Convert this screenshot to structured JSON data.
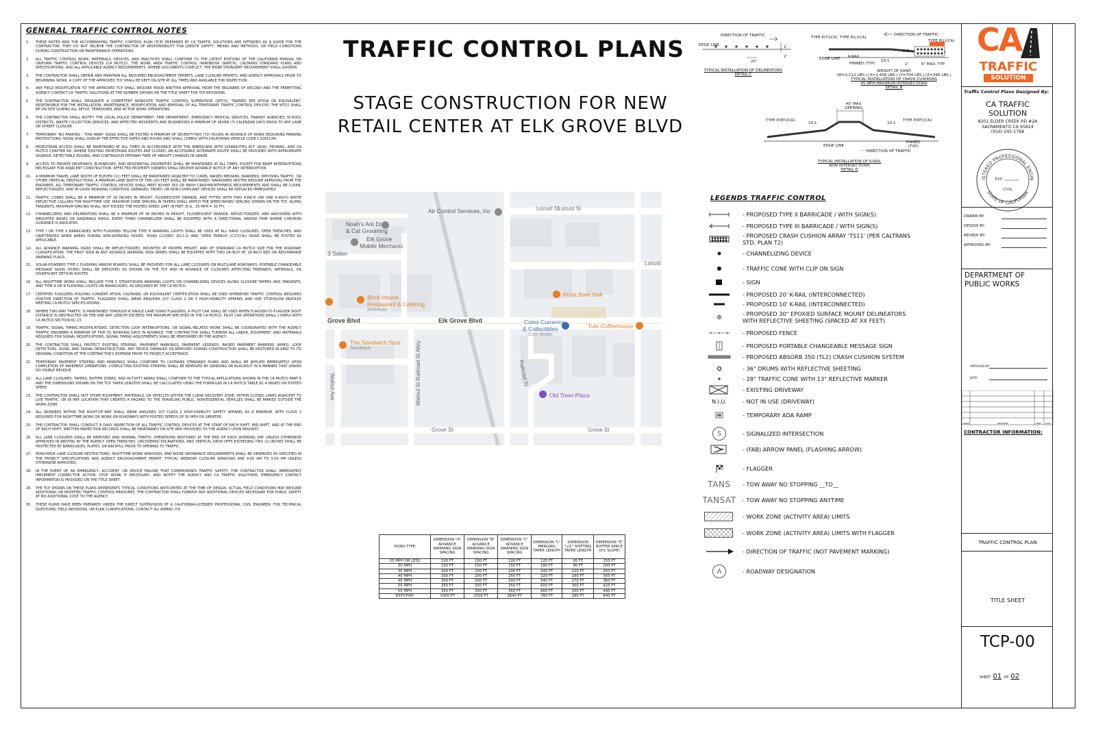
{
  "notes": {
    "title": "GENERAL TRAFFIC CONTROL NOTES",
    "items": [
      {
        "num": "1.",
        "text": "These notes and the accompanying traffic control plan (TCP) prepared by CA Traffic Solutions are intended as a guide for the contractor. They do not relieve the contractor of responsibility for jobsite safety, means and methods, or field conditions during construction or maintenance operations."
      },
      {
        "num": "2.",
        "text": "All traffic control work, materials, devices, and practices shall conform to the latest editions of the California Manual on Uniform Traffic Control Devices (CA MUTCD), the Work Area Traffic Control Handbook (WATCH), Caltrans Standard Plans and Specifications, and all applicable agency requirements. Where documents conflict, the more stringent requirement shall govern."
      },
      {
        "num": "3.",
        "text": "The contractor shall obtain and maintain all required encroachment permits, lane closure permits, and agency approvals prior to beginning work. A copy of the approved TCP shall be kept on-site at all times and available for inspection."
      },
      {
        "num": "4.",
        "text": "Any field modification to the approved TCP shall require prior written approval from the engineer of record and the permitting agency. Contact CA Traffic Solutions at the number shown on the title sheet for TCP revisions."
      },
      {
        "num": "5.",
        "text": "The contractor shall designate a competent worksite traffic control supervisor (WTCS), trained per ATSSA or equivalent, responsible for the installation, maintenance, modification, and removal of all temporary traffic control devices. The WTCS shall be on-site during all setup, teardown, and active work operations."
      },
      {
        "num": "6.",
        "text": "The contractor shall notify the local police department, fire department, emergency medical services, transit agencies, school districts, waste collection services, and affected residents and businesses a minimum of seven (7) calendar days prior to any lane or street closure."
      },
      {
        "num": "7.",
        "text": "Temporary 'No Parking - Tow Away' signs shall be posted a minimum of seventy-two (72) hours in advance of work requiring parking restrictions. Signs shall display the effective dates and hours and shall comply with California Vehicle Code § 22651(m)."
      },
      {
        "num": "8.",
        "text": "Pedestrian access shall be maintained at all times in accordance with the Americans with Disabilities Act (ADA), PROWAG, and CA MUTCD Chapter 6D. Where existing pedestrian routes are closed, an accessible alternate route shall be provided with appropriate signage, detectable edging, and continuous pathway free of abrupt changes in grade."
      },
      {
        "num": "9.",
        "text": "Access to private driveways, businesses, and residential properties shall be maintained at all times, except for brief interruptions necessary for adjacent construction. Affected property owners shall receive advance notice of any interruption."
      },
      {
        "num": "10.",
        "text": "A minimum travel lane width of eleven (11) feet shall be maintained adjacent to curbs, raised medians, barriers, opposing traffic, or other vertical obstructions. A minimum lane width of ten (10) feet shall be maintained. Narrower widths require approval from the engineer. All temporary traffic control devices shall meet NCHRP 350 or MASH crashworthiness requirements and shall be clean, reflectorized, and in good working condition. Damaged, faded, or non-compliant devices shall be replaced immediately."
      },
      {
        "num": "11.",
        "text": "Traffic cones shall be a minimum of 28 inches in height, fluorescent orange, and fitted with two 4-inch (or one 6-inch) white reflective collars for nighttime use. Maximum cone spacing in tapers shall match the speed-based spacing shown on the TCP, along tangents, maximum spacing shall not exceed the posted speed limit in feet (e.g., 35 MPH = 35 FT)."
      },
      {
        "num": "12.",
        "text": "Channelizers and delineators shall be a minimum of 36 inches in height, fluorescent orange, reflectorized, and anchored with weighted bases or sandbags rings. Every third channelizer shall be equipped with a directional arrow trim where chevron guidance is indicated."
      },
      {
        "num": "13.",
        "text": "Type I or Type II barricades with flashing yellow Type B warning lights shall be used at all hard closures, open trenches, and unattended work areas during non-working hours. 'Road Closed' (R11-2) and 'Open Trench' (C27(CA)) signs shall be posted as applicable."
      },
      {
        "num": "14.",
        "text": "All advance warning signs shall be reflectorized, mounted at proper height, and of standard CA MUTCD size for the roadway classification. The first sign in any advance warning sign series shall be equipped with two 18-inch by 18-inch red or red/orange warning flags."
      },
      {
        "num": "15.",
        "text": "Solar-powered Type C flashing arrow boards shall be provided for all lane closures on multilane roadways. Portable changeable message signs (PCMS) shall be deployed as shown on the TCP and in advance of closures affecting freeways, arterials, or significant detour routes."
      },
      {
        "num": "16.",
        "text": "All nighttime work shall include Type C steady-burn warning lights on channelizing devices along closure tapers and tangents, and Type A or B flashing lights on barricades, as required by the CA MUTCD."
      },
      {
        "num": "17.",
        "text": "Certified flaggers holding current ATSSA, Caltrans, or equivalent certification shall be used wherever traffic control requires positive direction of traffic. Flaggers shall wear ANSI/ISEA 107 Class 2 or 3 high-visibility apparel and use STOP/SLOW paddles meeting CA MUTCD specifications."
      },
      {
        "num": "18.",
        "text": "Where two-way traffic is maintained through a single lane using flaggers, a pilot car shall be used when flagger-to-flagger sight distance is obstructed or the one-way length exceeds the maximum specified in the CA MUTCD. Pilot car operations shall comply with CA MUTCD Section 6C.13."
      },
      {
        "num": "19.",
        "text": "Traffic signal timing modifications, detection loop interruptions, or signal-related work shall be coordinated with the agency traffic engineer a minimum of five (5) working days in advance. The contractor shall furnish all labor, equipment, and materials required for signal modifications. Signal timing adjustments shall be performed by the agency."
      },
      {
        "num": "20.",
        "text": "The contractor shall protect existing striping, pavement markings, pavement legends, raised pavement markers (RPMs), loop detectors, signs, and signal infrastructure. Any device damaged or removed during construction shall be restored in kind to its original condition at the contractor's expense prior to project acceptance."
      },
      {
        "num": "21.",
        "text": "Temporary pavement striping and markings shall conform to Caltrans Standard Plans and shall be applied immediately upon completion of pavement operations. Conflicting existing striping shall be removed by grinding or blackout in a manner that leaves no visible residue."
      },
      {
        "num": "22.",
        "text": "All lane closures, tapers, buffer zones, and activity areas shall conform to the typical applications shown in the CA MUTCD Part 6 and the dimensions shown on the TCP. Taper lengths shall be calculated using the formulas in CA MUTCD Table 6C-4 based on posted speed."
      },
      {
        "num": "23.",
        "text": "The contractor shall not store equipment, materials, or vehicles within the clear recovery zone, within closed lanes adjacent to live traffic, or in any location that creates a hazard to the traveling public. Non-essential vehicles shall be parked outside the work zone."
      },
      {
        "num": "24.",
        "text": "All workers within the right-of-way shall wear ANSI/ISEA 107 Class 2 high-visibility safety apparel as a minimum, with Class 3 required for nighttime work or work on roadways with posted speeds of 50 MPH or greater."
      },
      {
        "num": "25.",
        "text": "The contractor shall conduct a daily inspection of all traffic control devices at the start of each shift, mid-shift, and at the end of each shift. Written inspection records shall be maintained on-site and provided to the agency upon request."
      },
      {
        "num": "26.",
        "text": "All lane closures shall be removed and normal traffic operations restored at the end of each working day unless otherwise approved in writing by the agency. Open trenches, uncovered excavations, and vertical drop-offs exceeding two (2) inches shall be protected by barricades, plates, or backfill prior to opening to traffic."
      },
      {
        "num": "27.",
        "text": "Peak-hour lane closure restrictions, nighttime work windows, and noise ordinance requirements shall be observed as specified in the project specifications and agency encroachment permit. Typical weekday closure windows are 9:00 AM to 3:00 PM unless otherwise approved."
      },
      {
        "num": "28.",
        "text": "In the event of an emergency, accident, or device failure that compromises traffic safety, the contractor shall immediately implement corrective action, stop work if necessary, and notify the agency and CA Traffic Solutions. Emergency contact information is provided on the title sheet."
      },
      {
        "num": "29.",
        "text": "The TCP shown on these plans represents typical conditions anticipated at the time of design. Actual field conditions may require additional or modified traffic control measures. The contractor shall furnish any additional devices necessary for public safety at no additional cost to the agency."
      },
      {
        "num": "30.",
        "text": "These plans have been prepared under the direct supervision of a California-licensed professional civil engineer. For technical questions, field revisions, or plan clarifications, contact: Ali Ahmad, P.E."
      }
    ]
  },
  "titles": {
    "main": "TRAFFIC CONTROL PLANS",
    "sub_line1": "STAGE CONSTRUCTION FOR NEW",
    "sub_line2": "RETAIL CENTER AT ELK GROVE BLVD"
  },
  "map": {
    "streets": {
      "locust1": "Locust St",
      "locust2": "Locust St",
      "locust3": "Locust",
      "elk_grove_w": "Grove Blvd",
      "elk_grove": "Elk Grove Blvd",
      "walnut_ave": "Walnut Ave",
      "walnut_alley": "Walnut St Railroad St Alley",
      "railroad": "Railroad St",
      "grove1": "Grove St",
      "grove2": "Grove St"
    },
    "places": {
      "air_control": "Air Control Services, Inc",
      "noahs_line1": "Noah's Ark Dog",
      "noahs_line2": "& Cat Grooming",
      "elk_mech_line1": "Elk Grove",
      "elk_mech_line2": "Mobile Mechanic",
      "salon": "3 Salon",
      "brick_line1": "Brick House",
      "brick_line2": "Restaurant & Catering",
      "brick_sub": "American",
      "prost": "Prost Beer Hall",
      "coins_line1": "Coins Currency",
      "coins_line2": "& Collectibles",
      "coins_sub": "Coin dealer",
      "tule": "Tule Coffeehouse",
      "sandwich": "The Sandwich Spot",
      "sandwich_sub": "Sandwich",
      "old_town": "Old Town Plaza"
    }
  },
  "table": {
    "headers": [
      "ROAD TYPE",
      "DIMENSION \"A\" ADVANCE WARNING SIGN SPACING",
      "DIMENSION \"B\" ADVANCE WARNING SIGN SPACING",
      "DIMENSION \"C\" ADVANCE WARNING SIGN SPACING",
      "DIMENSION \"L\" MERGING TAPER LENGTH",
      "DIMENSION \"L/2\" SHIFTING TAPER LENGTH",
      "DIMENSION \"E\" BUFFER SPACE (0% SLOPE)"
    ],
    "rows": [
      [
        "25 MPH OR LESS",
        "100 Ft",
        "100 Ft",
        "100 Ft",
        "125 Ft",
        "65 Ft",
        "155 Ft"
      ],
      [
        "30 MPH",
        "150 Ft",
        "150 Ft",
        "150 Ft",
        "180 Ft",
        "90 Ft",
        "200 Ft"
      ],
      [
        "35 MPH",
        "200 Ft",
        "200 Ft",
        "200 Ft",
        "240 Ft",
        "120 Ft",
        "250 Ft"
      ],
      [
        "40 MPH",
        "250 Ft",
        "250 Ft",
        "250 Ft",
        "320 Ft",
        "160 Ft",
        "305 Ft"
      ],
      [
        "45 MPH",
        "300 Ft",
        "300 Ft",
        "300 Ft",
        "540 Ft",
        "270 Ft",
        "360 Ft"
      ],
      [
        "50 MPH",
        "350 Ft",
        "350 Ft",
        "350 Ft",
        "600 Ft",
        "300 Ft",
        "425 Ft"
      ],
      [
        "55 MPH",
        "350 Ft",
        "350 Ft",
        "350 Ft",
        "660 Ft",
        "330 Ft",
        "495 Ft"
      ],
      [
        "EXPY/FWY",
        "1000 Ft",
        "1500 Ft",
        "2640 Ft",
        "780 Ft",
        "390 Ft",
        "645 Ft"
      ]
    ]
  },
  "details": {
    "c": {
      "direction": "DIRECTION OF TRAFFIC",
      "edge": "EDGE LINE",
      "dim1": "20'",
      "dim2": "1'",
      "dim3": "2'",
      "caption": "TYPICAL INSTALLATION OF DELINEATORS",
      "name": "DETAIL C"
    },
    "b": {
      "type1": "Type P(T)(CA)",
      "type2": "Type P(L)(CA)",
      "type3": "Type P(L)(CA)",
      "direction": "DIRECTION OF TRAFFIC",
      "krail": "K-RAIL",
      "edge": "EDGE LINE",
      "pinned": "PINNED (TYP)",
      "ratio": "10:1",
      "d1": "2.5'",
      "d2": "2'",
      "d3": "6\" MAX. TYP.",
      "weight": "WEIGHT OF SAND",
      "weights": "(W=2,112 LBS.),(X=1,408 LBS.),(Y=704 LBS.),(Z=396 LBS.)",
      "caption": "TYPICAL INSTALLATION OF CRASH CUSHIONS",
      "caption2": "45 MPH MAXIMUM INTERSECTIONS",
      "name": "DETAIL B"
    },
    "d": {
      "type1": "Type P(RT)(CA)",
      "type2": "Type P(RT)(CA)",
      "opening": "40' MAX OPENING",
      "ratio1": "10:1",
      "ratio2": "10:1",
      "edge": "EDGE LINE",
      "direction": "DIRECTION OF TRAFFIC",
      "pinned": "PINNED (TYP)",
      "caption": "TYPICAL INSTALLATION OF K-RAIL",
      "caption2": "NON INTERSECTIONS",
      "name": "DETAIL D"
    }
  },
  "legend": {
    "title": "LEGENDS TRAFFIC CONTROL",
    "items": [
      {
        "icon": "type-ii-barricade-icon",
        "text": "- PROPOSED TYPE II BARRICADE / WITH SIGN(S)"
      },
      {
        "icon": "type-iii-barricade-icon",
        "text": "- PROPOSED TYPE III BARRICADE / WITH SIGN(S)"
      },
      {
        "icon": "crash-cushion-array-icon",
        "text": "- PROPOSED CRASH CUSHION ARRAY 'TS11' (PER CALTRANS STD. PLAN T2)"
      },
      {
        "icon": "channelizing-device-icon",
        "text": "- CHANNELIZING DEVICE"
      },
      {
        "icon": "traffic-cone-icon",
        "text": "- TRAFFIC CONE WITH CLIP ON SIGN"
      },
      {
        "icon": "sign-icon",
        "text": "- SIGN"
      },
      {
        "icon": "k-rail-20-icon",
        "text": "- PROPOSED 20' K-RAIL (INTERCONNECTED)"
      },
      {
        "icon": "k-rail-10-icon",
        "text": "- PROPOSED 10' K-RAIL (INTERCONNECTED)"
      },
      {
        "icon": "delineator-icon",
        "text": "- PROPOSED 30\" EPOXIED SURFACE MOUNT DELINEATORS WITH REFLECTIVE SHEETING (SPACED AT XX FEET)"
      },
      {
        "icon": "fence-icon",
        "text": "- PROPOSED FENCE"
      },
      {
        "icon": "message-sign-icon",
        "text": "- PROPOSED PORTABLE CHANGEABLE MESSAGE SIGN"
      },
      {
        "icon": "absorb-350-icon",
        "text": "- PROPOSED ABSORB 350 (TL2) CRASH CUSHION SYSTEM"
      },
      {
        "icon": "drum-icon",
        "text": "- 36\" DRUMS WITH REFLECTIVE SHEETING"
      },
      {
        "icon": "cone-28-icon",
        "text": "- 28\" TRAFFIC CONE WITH 13\" REFLECTIVE MARKER"
      },
      {
        "icon": "driveway-icon",
        "text": "- EXISTING DRIVEWAY"
      },
      {
        "icon": "niu-icon",
        "text": "- NOT IN USE (DRIVEWAY)",
        "label": "N.I.U."
      },
      {
        "icon": "ada-ramp-icon",
        "text": "- TEMPORARY ADA RAMP"
      },
      {
        "icon": "signalized-intersection-icon",
        "text": "- SIGNALIZED INTERSECTION",
        "label": "S"
      },
      {
        "icon": "arrow-panel-icon",
        "text": "- (FAB) ARROW PANEL (FLASHING ARROW)"
      },
      {
        "icon": "flagger-icon",
        "text": "- FLAGGER"
      },
      {
        "icon": "tans-icon",
        "text": "- TOW AWAY NO STOPPING __TO__",
        "label": "TANS"
      },
      {
        "icon": "tansat-icon",
        "text": "- TOW AWAY NO STOPPING ANYTIME",
        "label": "TANSAT"
      },
      {
        "icon": "work-zone-icon",
        "text": "- WORK ZONE (ACTIVITY AREA) LIMITS"
      },
      {
        "icon": "work-zone-flagger-icon",
        "text": "- WORK ZONE (ACTIVITY AREA) LIMITS WITH FLAGGER"
      },
      {
        "icon": "direction-arrow-icon",
        "text": "- DIRECTION OF TRAFFIC (NOT PAVEMENT MARKING)"
      },
      {
        "icon": "roadway-designation-icon",
        "text": "- ROADWAY DESIGNATION",
        "label": "A"
      }
    ]
  },
  "titleblock": {
    "logo_ca": "CA",
    "logo_traffic": "TRAFFIC",
    "logo_solution": "SOLUTION",
    "designed_by_label": "Traffic Control Plans Designed By:",
    "company_line1": "CA TRAFFIC",
    "company_line2": "SOLUTION",
    "address1": "8201 ELDER CREEK RD #2A",
    "address2": "SACRAMENTO CA 95824",
    "phone": "(916) 245-1768",
    "seal_top": "REGISTERED PROFESSIONAL ENGINEER",
    "seal_bottom": "STATE OF CALIFORNIA",
    "seal_exp": "EXP.",
    "seal_civil": "CIVIL",
    "drawn_by": "DRAWN BY:",
    "design_by": "DESIGN BY:",
    "review_by": "REVIEW BY:",
    "approved_by": "APPROVED BY:",
    "agency_line1": "DEPARTMENT OF",
    "agency_line2": "PUBLIC WORKS",
    "approved_by_small": "APPROVED BY:",
    "date_small": "DATE:",
    "contractor_info": "CONTRACTOR INFORMATION:",
    "plan_name": "TRAFFIC CONTROL PLAN",
    "sheet_title": "TITLE SHEET",
    "sheet_number": "TCP-00",
    "sheet_label": "SHEET",
    "sheet_current": "01",
    "of_label": "OF",
    "sheet_total": "02",
    "rev_headers": [
      "MARK",
      "REVISIONS",
      "APPR",
      "DATE"
    ]
  },
  "colors": {
    "brand_orange": "#f26522",
    "map_road": "#ffffff",
    "map_poi": "#e67e22",
    "map_building": "#e1e4e8"
  }
}
